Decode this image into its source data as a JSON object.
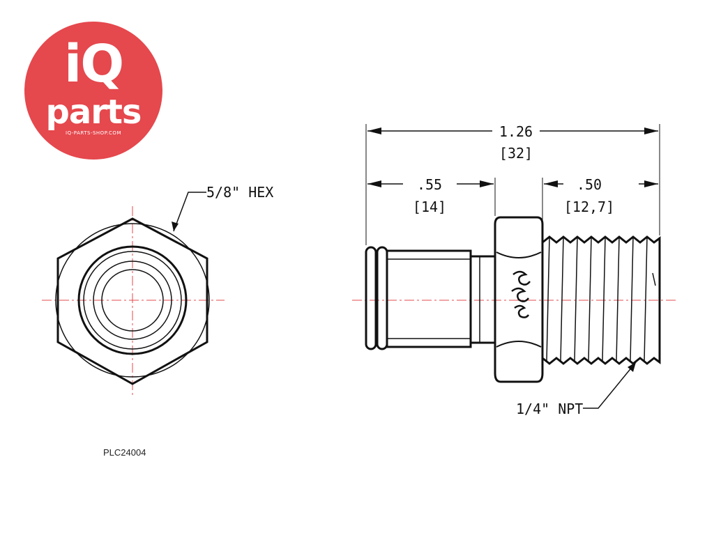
{
  "logo": {
    "top": "iQ",
    "bottom": "parts",
    "url": "IQ-PARTS-SHOP.COM",
    "color": "#e5484d"
  },
  "front_view": {
    "hex_label": "5/8\" HEX"
  },
  "side_view": {
    "overall_length": "1.26",
    "overall_length_mm": "[32]",
    "body_length": ".55",
    "body_length_mm": "[14]",
    "thread_length": ".50",
    "thread_length_mm": "[12,7]",
    "thread_label": "1/4\" NPT"
  },
  "part_number": "PLC24004"
}
